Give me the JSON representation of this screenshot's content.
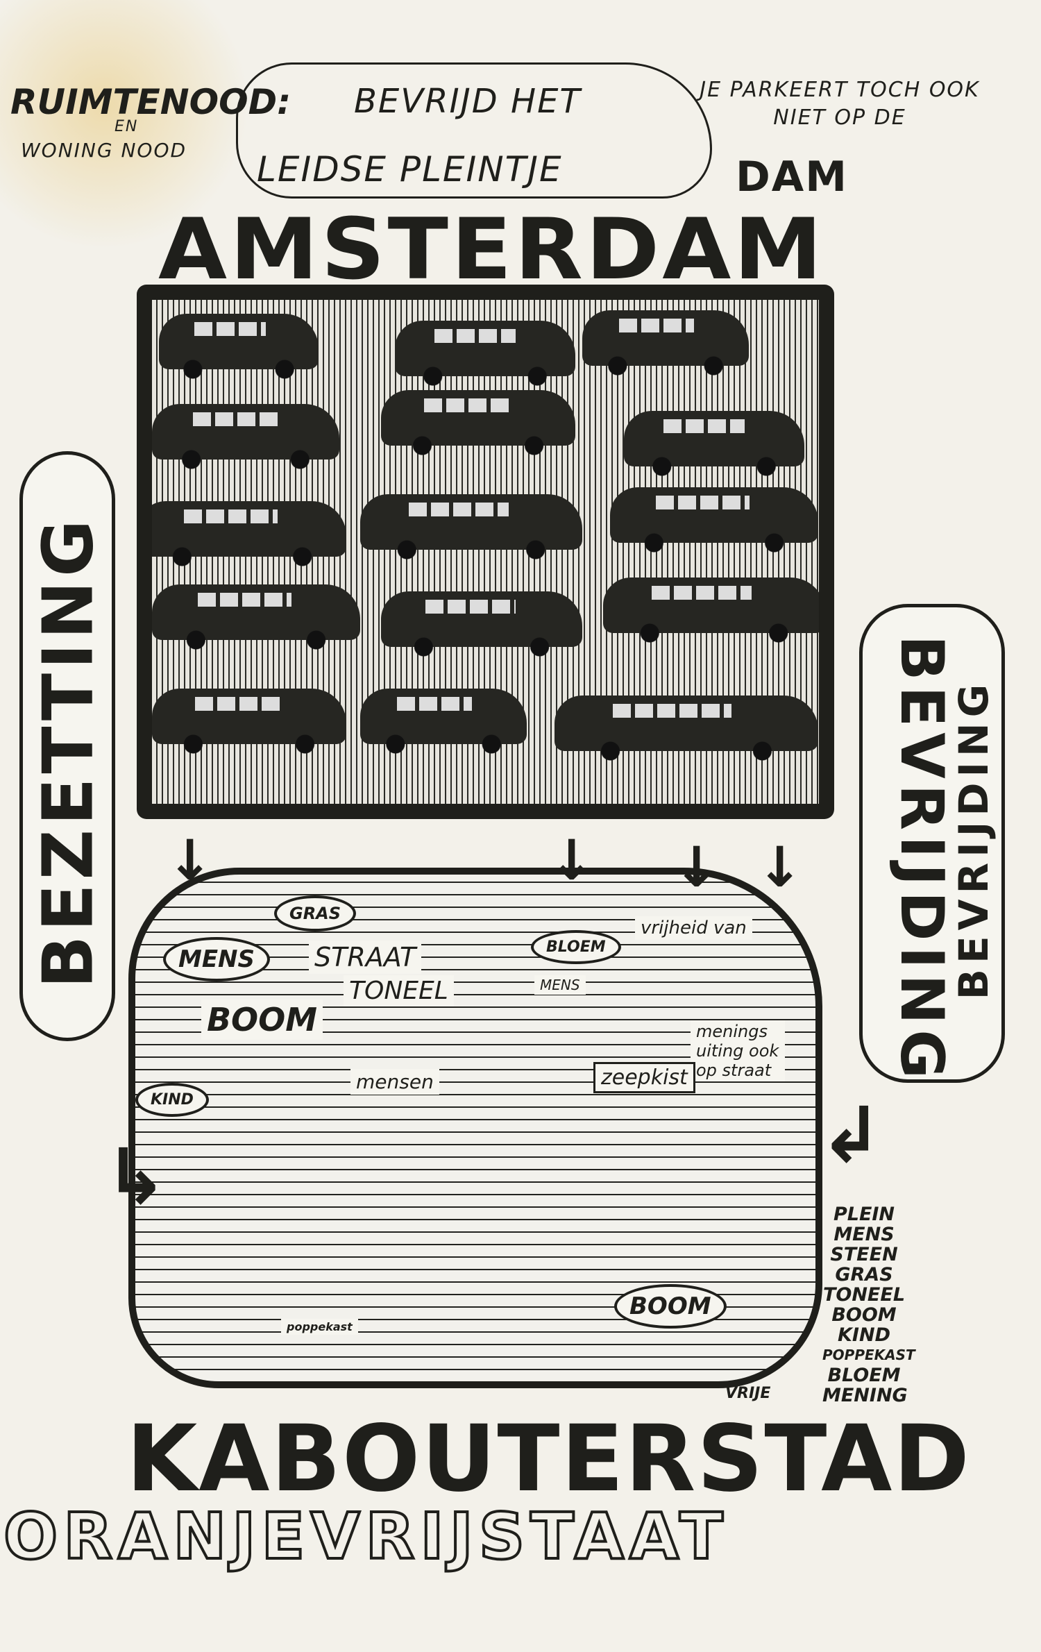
{
  "header": {
    "ruimtenood": "RUIMTENOOD:",
    "en": "EN",
    "woningnood": "WONING NOOD",
    "cloud_line1": "BEVRIJD HET",
    "cloud_line2": "LEIDSE PLEINTJE",
    "parkeert": "JE PARKEERT TOCH OOK NIET OP DE",
    "dam": "DAM"
  },
  "title_top": "AMSTERDAM",
  "left_banner": "BEZETTING",
  "right_banner": {
    "outer": "BEVRIJDING",
    "inner": "BEVRIJDING"
  },
  "kabouterstad_labels": {
    "mens": "MENS",
    "gras": "GRAS",
    "boom": "BOOM",
    "straat": "STRAAT",
    "toneel": "TONEEL",
    "kind": "KIND",
    "bloem": "BLOEM",
    "mens2": "MENS",
    "mensen": "mensen",
    "vrijheid": "vrijheid van",
    "meningsuiting": "menings uiting ook op straat",
    "zeepkist": "zeepkist",
    "boom2": "BOOM",
    "poppekast": "poppekast"
  },
  "word_list": [
    "PLEIN",
    "MENS",
    "STEEN",
    "GRAS",
    "TONEEL",
    "BOOM",
    "KIND",
    "POPPEKAST",
    "BLOEM",
    "MENING"
  ],
  "vrije": "VRIJE",
  "title_bottom": "KABOUTERSTAD",
  "subtitle_bottom": "ORANJEVRIJSTAAT",
  "colors": {
    "ink": "#1f1f1b",
    "paper": "#f3f1ea",
    "stain": "#e8c878"
  }
}
